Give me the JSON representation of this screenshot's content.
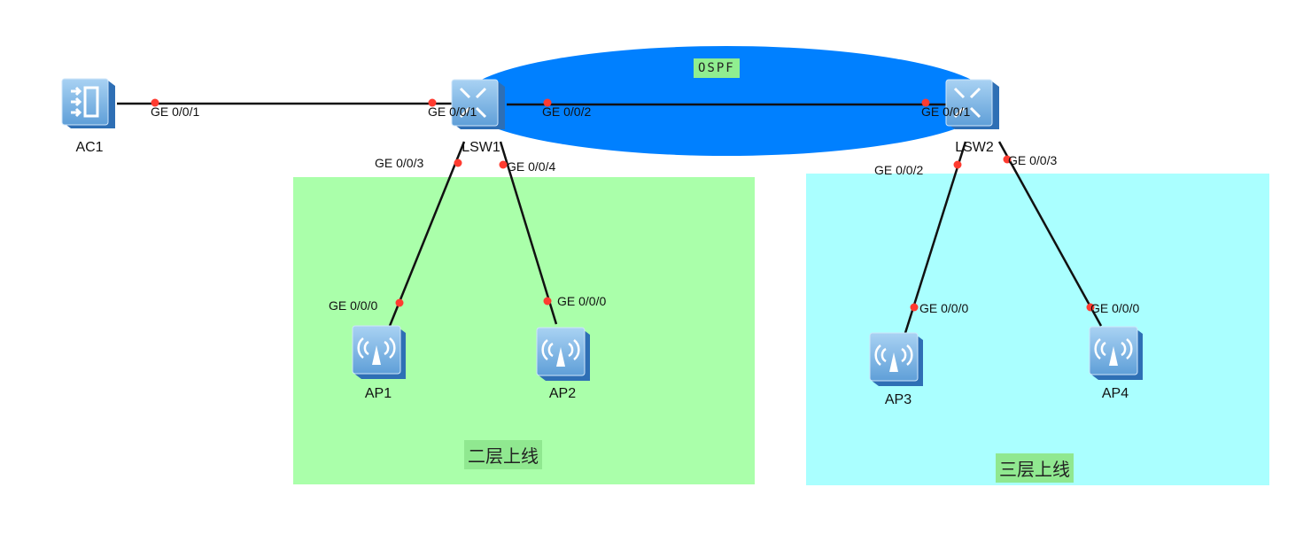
{
  "areas": {
    "ospf": {
      "label": "OSPF",
      "color": "#0080ff",
      "label_bg": "#90ee90"
    },
    "layer2": {
      "label": "二层上线",
      "color": "#aaffaa",
      "label_bg": "#90e890"
    },
    "layer3": {
      "label": "三层上线",
      "color": "#aaffff",
      "label_bg": "#90e890"
    }
  },
  "devices": {
    "ac1": {
      "name": "AC1",
      "icon": "access-controller-icon"
    },
    "lsw1": {
      "name": "LSW1",
      "icon": "switch-icon"
    },
    "lsw2": {
      "name": "LSW2",
      "icon": "switch-icon"
    },
    "ap1": {
      "name": "AP1",
      "icon": "access-point-icon"
    },
    "ap2": {
      "name": "AP2",
      "icon": "access-point-icon"
    },
    "ap3": {
      "name": "AP3",
      "icon": "access-point-icon"
    },
    "ap4": {
      "name": "AP4",
      "icon": "access-point-icon"
    }
  },
  "ports": {
    "ac1_g1": "GE 0/0/1",
    "lsw1_g1": "GE 0/0/1",
    "lsw1_g2": "GE 0/0/2",
    "lsw1_g3": "GE 0/0/3",
    "lsw1_g4": "GE 0/0/4",
    "lsw2_g1": "GE 0/0/1",
    "lsw2_g2": "GE 0/0/2",
    "lsw2_g3": "GE 0/0/3",
    "ap1_g0": "GE 0/0/0",
    "ap2_g0": "GE 0/0/0",
    "ap3_g0": "GE 0/0/0",
    "ap4_g0": "GE 0/0/0"
  },
  "colors": {
    "link": "#111111",
    "port_dot": "#ff3b30",
    "device": "#5b9bd5"
  }
}
